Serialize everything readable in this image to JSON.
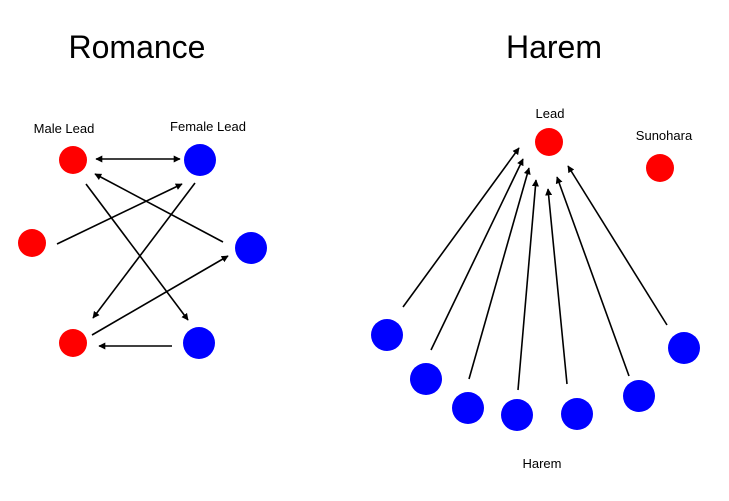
{
  "colors": {
    "male": "#ff0000",
    "female": "#0000ff",
    "arrow": "#000000",
    "background": "#ffffff"
  },
  "romance": {
    "title": "Romance",
    "male_lead_label": "Male Lead",
    "female_lead_label": "Female Lead"
  },
  "harem": {
    "title": "Harem",
    "lead_label": "Lead",
    "sunohara_label": "Sunohara",
    "group_label": "Harem"
  }
}
